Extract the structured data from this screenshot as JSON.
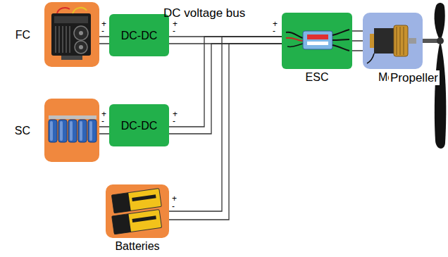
{
  "diagram": {
    "nodes": [
      {
        "text": [
          "FC"
        ]
      },
      {
        "text": [
          "DC-DC"
        ]
      },
      {
        "text": [
          "ESC"
        ]
      },
      {
        "text": [
          "Motor"
        ]
      },
      {
        "text": [
          "SC"
        ]
      },
      {
        "text": [
          "DC-DC"
        ]
      },
      {
        "text": [
          "Batteries"
        ]
      }
    ],
    "edges": [
      {
        "from": 0,
        "to": 1,
        "arrow": "none"
      },
      {
        "from": 1,
        "to": 2,
        "arrow": "none"
      },
      {
        "from": 2,
        "to": 3,
        "arrow": "none"
      },
      {
        "from": 4,
        "to": 5,
        "arrow": "none"
      },
      {
        "from": 5,
        "to": 2,
        "arrow": "none"
      },
      {
        "from": 6,
        "to": 2,
        "arrow": "none"
      }
    ],
    "labels": [
      "DC voltage bus",
      "+",
      "-",
      "+",
      "-",
      "+",
      "-",
      "Propeller",
      "+",
      "-",
      "+",
      "-",
      "+",
      "-"
    ]
  }
}
